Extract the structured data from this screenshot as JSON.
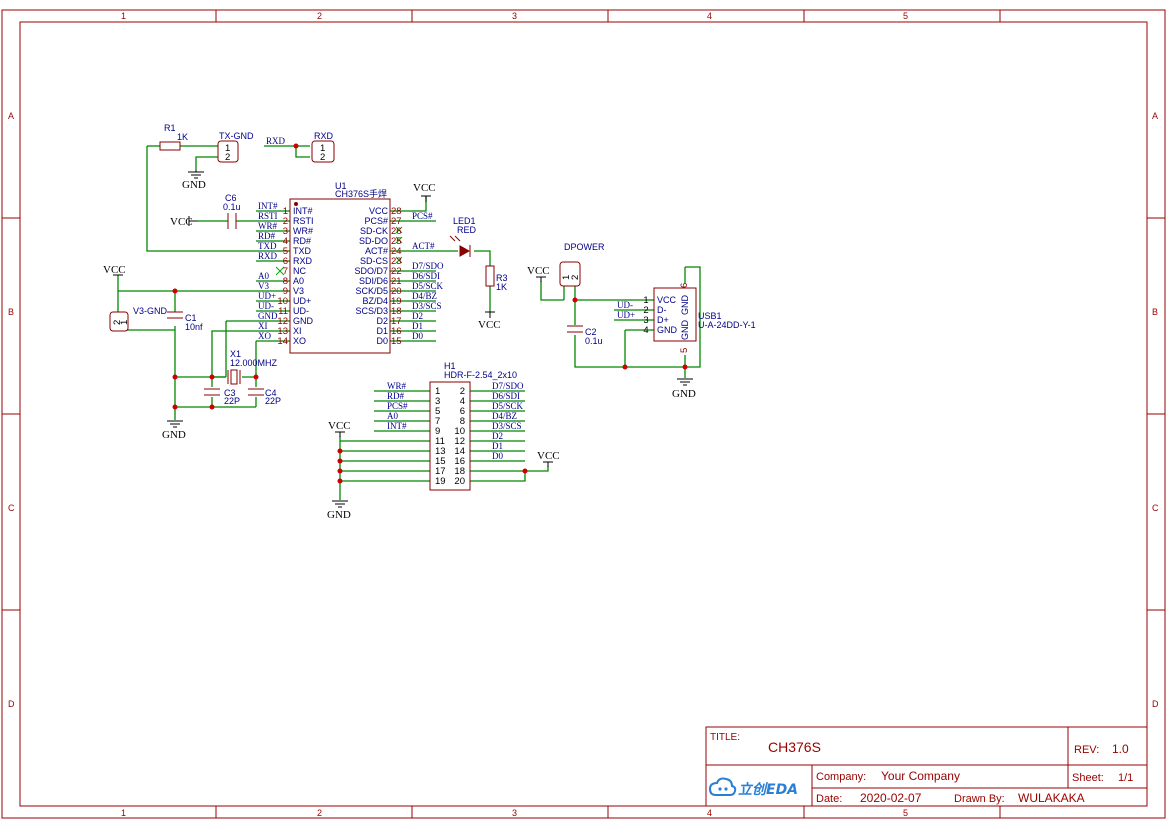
{
  "frame": {
    "cols": [
      "1",
      "2",
      "3",
      "4",
      "5"
    ],
    "rows": [
      "A",
      "B",
      "C",
      "D"
    ]
  },
  "title_block": {
    "title_label": "TITLE:",
    "title": "CH376S",
    "rev_label": "REV:",
    "rev": "1.0",
    "company_label": "Company:",
    "company": "Your Company",
    "sheet_label": "Sheet:",
    "sheet": "1/1",
    "date_label": "Date:",
    "date": "2020-02-07",
    "drawn_label": "Drawn By:",
    "drawn_by": "WULAKAKA",
    "logo": "立创EDA",
    "logo_icon": "cloud-icon"
  },
  "components": {
    "r1": {
      "ref": "R1",
      "value": "1K"
    },
    "txgnd": {
      "ref": "TX-GND"
    },
    "rxd": {
      "ref": "RXD"
    },
    "c6": {
      "ref": "C6",
      "value": "0.1u"
    },
    "u1": {
      "ref": "U1",
      "value": "CH376S手焊"
    },
    "led1": {
      "ref": "LED1",
      "value": "RED"
    },
    "r3": {
      "ref": "R3",
      "value": "1K"
    },
    "v3gnd": {
      "ref": "V3-GND"
    },
    "c1": {
      "ref": "C1",
      "value": "10nf"
    },
    "x1": {
      "ref": "X1",
      "value": "12.000MHZ"
    },
    "c3": {
      "ref": "C3",
      "value": "22P"
    },
    "c4": {
      "ref": "C4",
      "value": "22P"
    },
    "dpower": {
      "ref": "DPOWER"
    },
    "c2": {
      "ref": "C2",
      "value": "0.1u"
    },
    "usb1": {
      "ref": "USB1",
      "value": "U-A-24DD-Y-1"
    },
    "h1": {
      "ref": "H1",
      "value": "HDR-F-2.54_2x10"
    }
  },
  "u1_left_pins": [
    {
      "num": "1",
      "name": "INT#",
      "net": "INT#"
    },
    {
      "num": "2",
      "name": "RSTI",
      "net": "RSTI"
    },
    {
      "num": "3",
      "name": "WR#",
      "net": "WR#"
    },
    {
      "num": "4",
      "name": "RD#",
      "net": "RD#"
    },
    {
      "num": "5",
      "name": "TXD",
      "net": "TXD"
    },
    {
      "num": "6",
      "name": "RXD",
      "net": "RXD"
    },
    {
      "num": "7",
      "name": "NC",
      "net": ""
    },
    {
      "num": "8",
      "name": "A0",
      "net": "A0"
    },
    {
      "num": "9",
      "name": "V3",
      "net": "V3"
    },
    {
      "num": "10",
      "name": "UD+",
      "net": "UD+"
    },
    {
      "num": "11",
      "name": "UD-",
      "net": "UD-"
    },
    {
      "num": "12",
      "name": "GND",
      "net": "GND"
    },
    {
      "num": "13",
      "name": "XI",
      "net": "XI"
    },
    {
      "num": "14",
      "name": "XO",
      "net": "XO"
    }
  ],
  "u1_right_pins": [
    {
      "num": "28",
      "name": "VCC",
      "net": ""
    },
    {
      "num": "27",
      "name": "PCS#",
      "net": "PCS#"
    },
    {
      "num": "26",
      "name": "SD-CK",
      "net": ""
    },
    {
      "num": "25",
      "name": "SD-DO",
      "net": ""
    },
    {
      "num": "24",
      "name": "ACT#",
      "net": "ACT#"
    },
    {
      "num": "23",
      "name": "SD-CS",
      "net": ""
    },
    {
      "num": "22",
      "name": "SDO/D7",
      "net": "D7/SDO"
    },
    {
      "num": "21",
      "name": "SDI/D6",
      "net": "D6/SDI"
    },
    {
      "num": "20",
      "name": "SCK/D5",
      "net": "D5/SCK"
    },
    {
      "num": "19",
      "name": "BZ/D4",
      "net": "D4/BZ"
    },
    {
      "num": "18",
      "name": "SCS/D3",
      "net": "D3/SCS"
    },
    {
      "num": "17",
      "name": "D2",
      "net": "D2"
    },
    {
      "num": "16",
      "name": "D1",
      "net": "D1"
    },
    {
      "num": "15",
      "name": "D0",
      "net": "D0"
    }
  ],
  "usb_pins": [
    {
      "num": "1",
      "name": "VCC",
      "net": ""
    },
    {
      "num": "2",
      "name": "D-",
      "net": "UD-"
    },
    {
      "num": "3",
      "name": "D+",
      "net": "UD+"
    },
    {
      "num": "4",
      "name": "GND",
      "net": ""
    }
  ],
  "usb_side": {
    "pin6": "6",
    "pin5": "5",
    "gnd1": "GND",
    "gnd2": "GND"
  },
  "h1_rows": [
    {
      "l": "1",
      "r": "2",
      "lnet": "WR#",
      "rnet": "D7/SDO"
    },
    {
      "l": "3",
      "r": "4",
      "lnet": "RD#",
      "rnet": "D6/SDI"
    },
    {
      "l": "5",
      "r": "6",
      "lnet": "PCS#",
      "rnet": "D5/SCK"
    },
    {
      "l": "7",
      "r": "8",
      "lnet": "A0",
      "rnet": "D4/BZ"
    },
    {
      "l": "9",
      "r": "10",
      "lnet": "INT#",
      "rnet": "D3/SCS"
    },
    {
      "l": "11",
      "r": "12",
      "lnet": "",
      "rnet": "D2"
    },
    {
      "l": "13",
      "r": "14",
      "lnet": "",
      "rnet": "D1"
    },
    {
      "l": "15",
      "r": "16",
      "lnet": "",
      "rnet": "D0"
    },
    {
      "l": "17",
      "r": "18",
      "lnet": "",
      "rnet": ""
    },
    {
      "l": "19",
      "r": "20",
      "lnet": "",
      "rnet": ""
    }
  ],
  "pin_nums": {
    "one": "1",
    "two": "2"
  },
  "power": {
    "vcc": "VCC",
    "gnd": "GND"
  },
  "nets": {
    "rxd": "RXD"
  },
  "colors": {
    "frame": "#990000",
    "wire": "#008800",
    "symbol": "#880000",
    "label": "#000088",
    "junction": "#cc0000"
  }
}
